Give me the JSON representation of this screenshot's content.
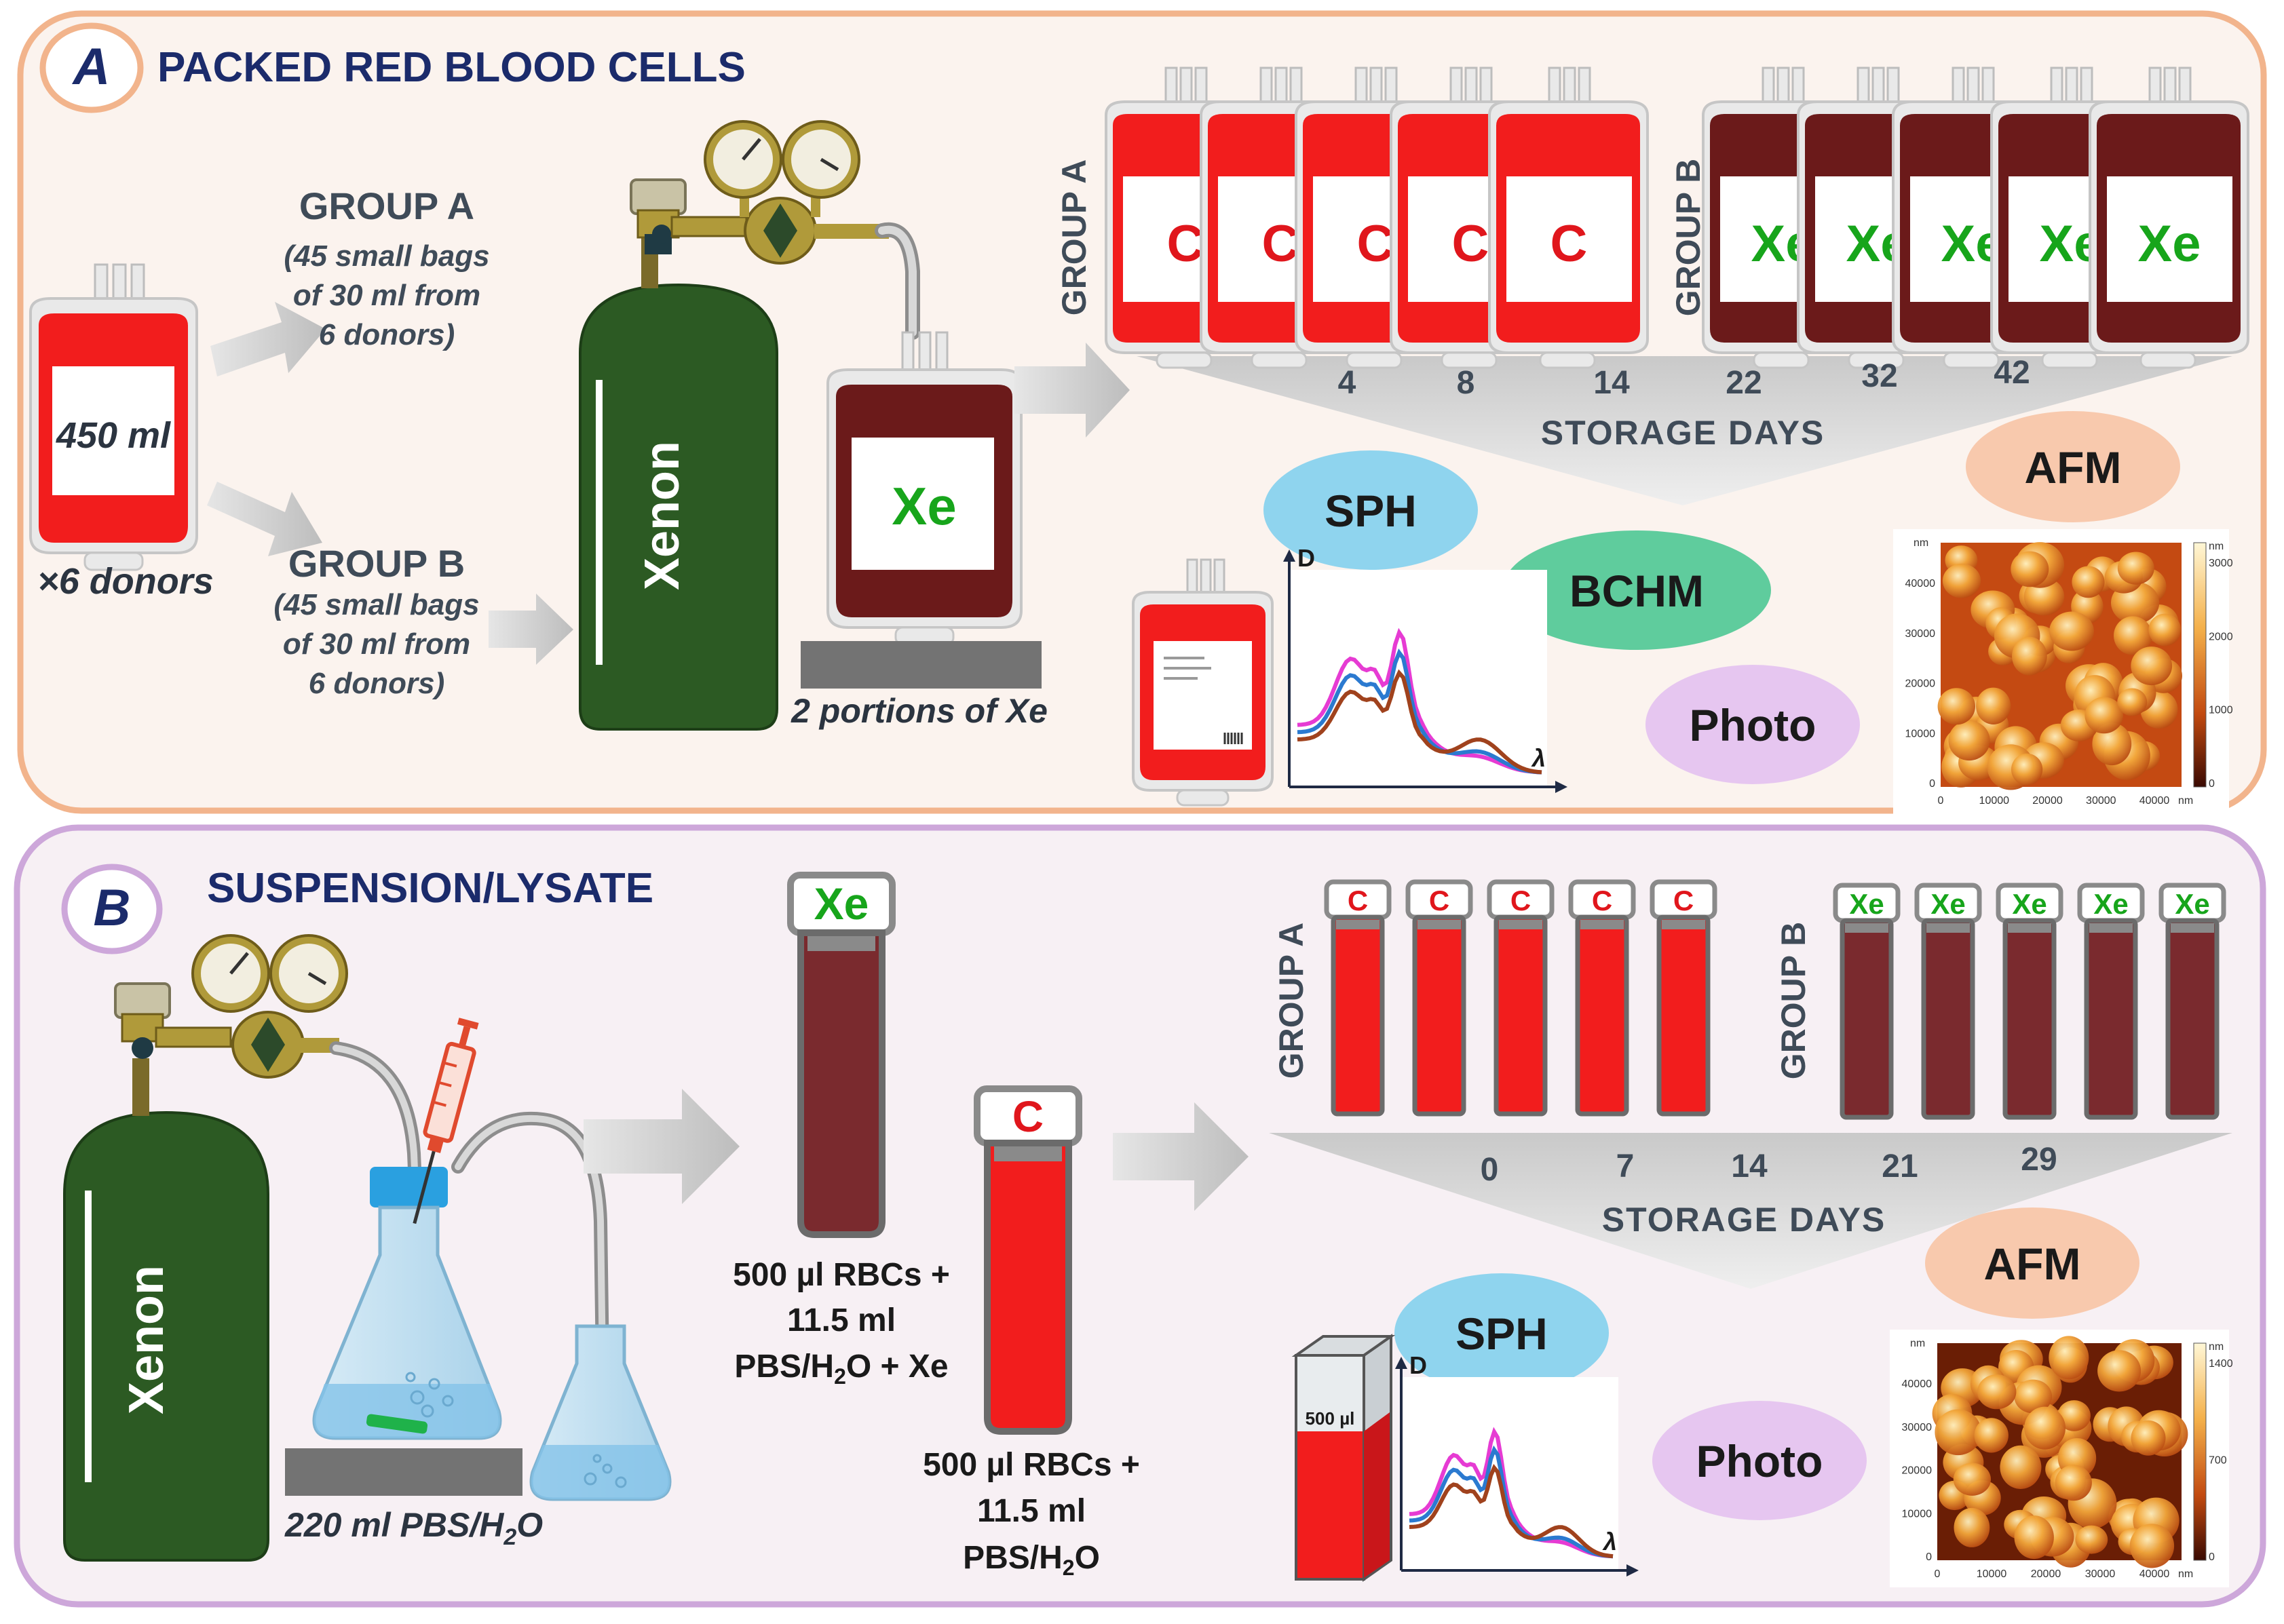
{
  "colors": {
    "panel_a_bg": "#fbf3ee",
    "panel_a_border": "#f2b48c",
    "panel_b_bg": "#f7f0f4",
    "panel_b_border": "#cda7da",
    "title_navy": "#1b2b6b",
    "text_dark": "#2b3440",
    "blood_red": "#f21d1d",
    "blood_dark": "#6b1a1a",
    "tube_dark": "#7a2a2e",
    "xenon_green": "#2c5a23",
    "xe_label_green": "#17a51b",
    "c_label_red": "#e0161c",
    "sph_blue": "#8fd4ee",
    "bchm_green": "#5fcc9d",
    "photo_purple": "#e6c6f0",
    "afm_peach": "#f8c9ad",
    "spectrum_pink": "#e63bd3",
    "spectrum_blue": "#2b7ad0",
    "spectrum_brown": "#a0421d"
  },
  "icons": [
    "blood-bag-icon",
    "gas-cylinder-icon",
    "pressure-gauge-icon",
    "syringe-icon",
    "erlenmeyer-flask-icon",
    "test-tube-icon",
    "cuvette-icon",
    "arrow-icon",
    "spectrum-plot-icon",
    "afm-image-icon"
  ],
  "panel_a": {
    "letter": "A",
    "title": "PACKED RED BLOOD CELLS",
    "donor_bag": {
      "volume": "450 ml",
      "donors": "×6 donors"
    },
    "group_a": {
      "title": "GROUP A",
      "desc": [
        "(45 small bags",
        "of 30 ml from",
        "6 donors)"
      ]
    },
    "group_b": {
      "title": "GROUP B",
      "desc": [
        "(45 small bags",
        "of 30 ml from",
        "6 donors)"
      ]
    },
    "cylinder_label": "Xenon",
    "xe_bag_label": "Xe",
    "portions": "2 portions of Xe",
    "vertical_group_a": "GROUP A",
    "vertical_group_b": "GROUP B",
    "c_bag_label": "C",
    "xe_bags_label": "Xe",
    "storage_days": [
      "4",
      "8",
      "14",
      "22",
      "32",
      "42"
    ],
    "storage_title": "STORAGE DAYS",
    "methods": {
      "sph": "SPH",
      "bchm": "BCHM",
      "photo": "Photo",
      "afm": "AFM"
    },
    "spectrum": {
      "y_label": "D",
      "x_label": "λ"
    },
    "afm": {
      "unit": "nm",
      "y_ticks": [
        "40000",
        "30000",
        "20000",
        "10000",
        "0"
      ],
      "x_ticks": [
        "0",
        "10000",
        "20000",
        "30000",
        "40000"
      ],
      "color_ticks": [
        "3000",
        "2000",
        "1000",
        "0"
      ]
    }
  },
  "panel_b": {
    "letter": "B",
    "title": "SUSPENSION/LYSATE",
    "cylinder_label": "Xenon",
    "flask_caption": "220 ml PBS/H",
    "flask_caption_sub": "2",
    "flask_caption_end": "O",
    "xe_tube_label": "Xe",
    "xe_tube_caption": [
      "500 µl RBCs +",
      "11.5 ml"
    ],
    "xe_tube_caption_l3": "PBS/H",
    "xe_tube_caption_l3_sub": "2",
    "xe_tube_caption_l3_end": "O + Xe",
    "c_tube_label": "C",
    "c_tube_caption": [
      "500 µl RBCs +",
      "11.5 ml"
    ],
    "c_tube_caption_l3": "PBS/H",
    "c_tube_caption_l3_sub": "2",
    "c_tube_caption_l3_end": "O",
    "vertical_group_a": "GROUP A",
    "vertical_group_b": "GROUP B",
    "small_c_label": "C",
    "small_xe_label": "Xe",
    "storage_days": [
      "0",
      "7",
      "14",
      "21",
      "29"
    ],
    "storage_title": "STORAGE DAYS",
    "methods": {
      "sph": "SPH",
      "photo": "Photo",
      "afm": "AFM"
    },
    "cuvette_label": "500 µl",
    "spectrum": {
      "y_label": "D",
      "x_label": "λ"
    },
    "afm": {
      "unit": "nm",
      "y_ticks": [
        "40000",
        "30000",
        "20000",
        "10000",
        "0"
      ],
      "x_ticks": [
        "0",
        "10000",
        "20000",
        "30000",
        "40000"
      ],
      "color_ticks": [
        "1400",
        "700",
        "0"
      ]
    }
  }
}
